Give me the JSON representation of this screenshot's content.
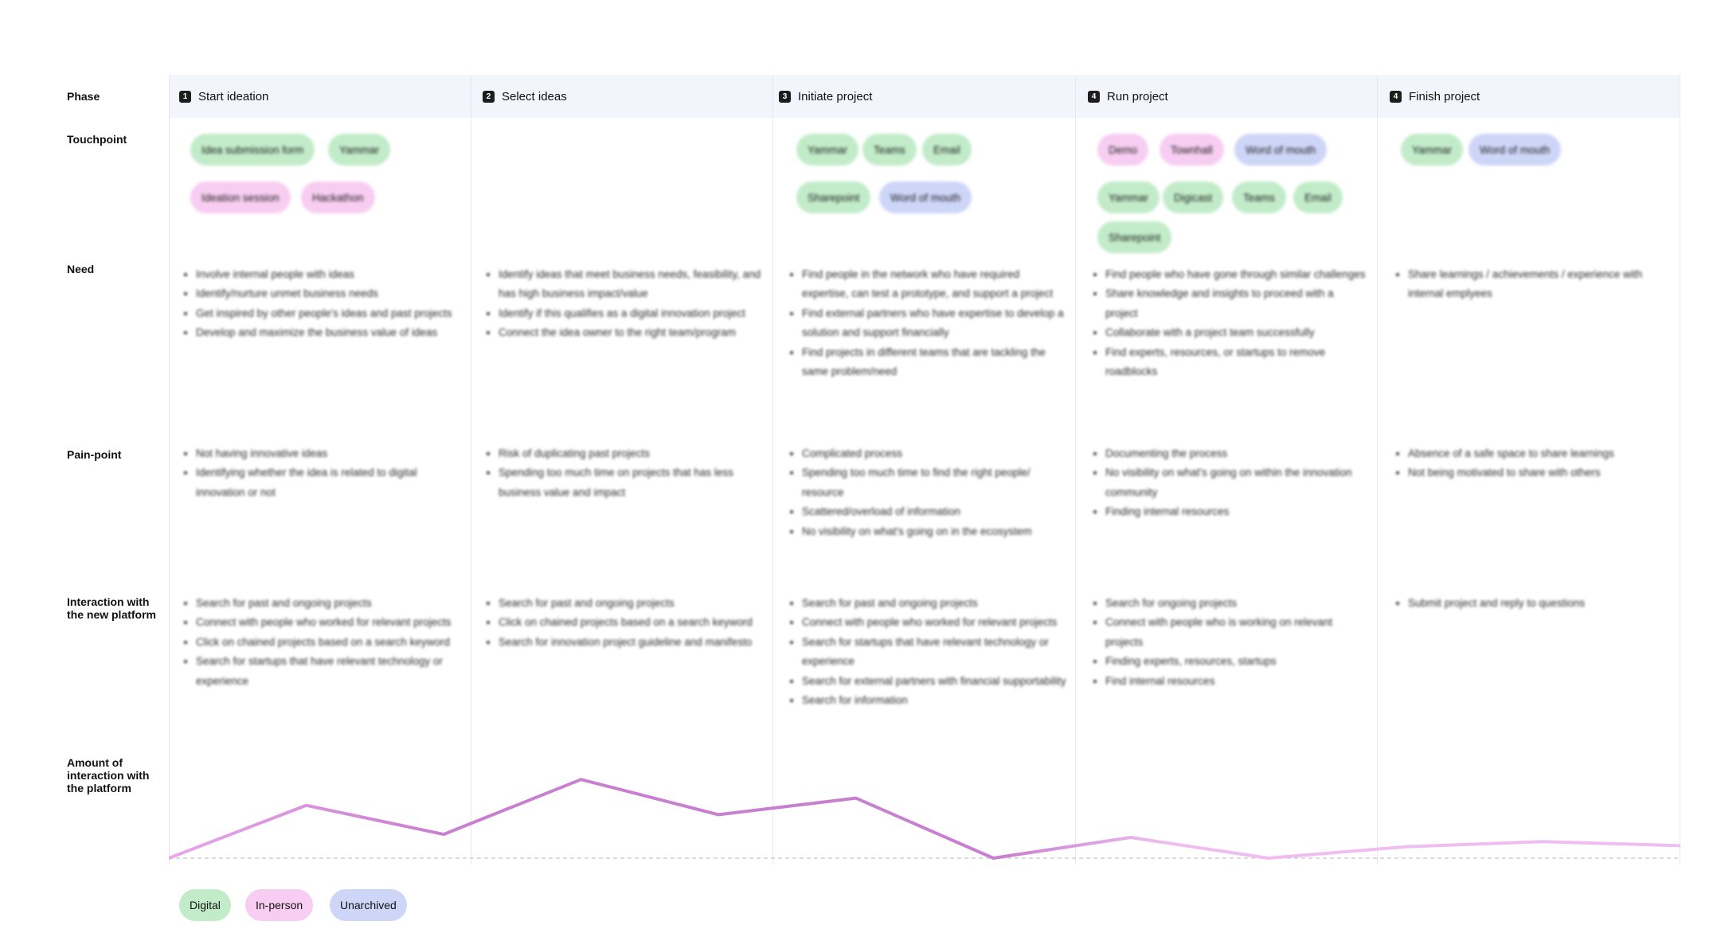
{
  "row_labels": {
    "phase": "Phase",
    "touchpoint": "Touchpoint",
    "need": "Need",
    "pain_point": "Pain-point",
    "interaction": "Interaction with the new platform",
    "amount": "Amount of interaction with the platform"
  },
  "phases": [
    {
      "num": "1",
      "title": "Start ideation",
      "touchpoints": [
        {
          "label": "Idea submission form",
          "kind": "digital"
        },
        {
          "label": "Yammar",
          "kind": "digital"
        },
        {
          "label": "Ideation session",
          "kind": "inperson"
        },
        {
          "label": "Hackathon",
          "kind": "inperson"
        }
      ],
      "needs": [
        "Involve internal people with ideas",
        "Identify/nurture unmet business needs",
        "Get inspired by other people's ideas and past projects",
        "Develop and maximize the business value of ideas"
      ],
      "pain_points": [
        "Not having innovative ideas",
        "Identifying whether the idea is related to digital innovation or not"
      ],
      "interactions": [
        "Search for past and ongoing projects",
        "Connect with people who worked for relevant projects",
        "Click on chained projects based on a search keyword",
        "Search for startups that have relevant technology or experience"
      ]
    },
    {
      "num": "2",
      "title": "Select ideas",
      "touchpoints": [],
      "needs": [
        "Identify ideas that meet business needs, feasibility, and has high business impact/value",
        "Identify if this qualifies as a digital innovation project",
        "Connect the idea owner to the right team/program"
      ],
      "pain_points": [
        "Risk of duplicating past projects",
        "Spending too much time on projects that has less business value and impact"
      ],
      "interactions": [
        "Search for past and ongoing projects",
        "Click on chained projects based on a search keyword",
        "Search for innovation project guideline and manifesto"
      ]
    },
    {
      "num": "3",
      "title": "Initiate project",
      "touchpoints": [
        {
          "label": "Yammar",
          "kind": "digital"
        },
        {
          "label": "Teams",
          "kind": "digital"
        },
        {
          "label": "Email",
          "kind": "digital"
        },
        {
          "label": "Sharepoint",
          "kind": "digital"
        },
        {
          "label": "Word of mouth",
          "kind": "unarchived"
        }
      ],
      "needs": [
        "Find people in the network who have required expertise, can test a prototype, and support a project",
        "Find external partners who have expertise to develop a solution and support financially",
        "Find projects in different teams that are tackling the same problem/need"
      ],
      "pain_points": [
        "Complicated process",
        "Spending too much time to find the right people/ resource",
        "Scattered/overload of information",
        "No visibility on what's going on in the ecosystem"
      ],
      "interactions": [
        "Search for past and ongoing projects",
        "Connect with people who worked for relevant projects",
        "Search for startups that have relevant technology or experience",
        "Search for external partners with financial supportability",
        "Search for information"
      ]
    },
    {
      "num": "4",
      "title": "Run project",
      "touchpoints": [
        {
          "label": "Demo",
          "kind": "inperson"
        },
        {
          "label": "Townhall",
          "kind": "inperson"
        },
        {
          "label": "Word of mouth",
          "kind": "unarchived"
        },
        {
          "label": "Yammar",
          "kind": "digital"
        },
        {
          "label": "Digicast",
          "kind": "digital"
        },
        {
          "label": "Teams",
          "kind": "digital"
        },
        {
          "label": "Email",
          "kind": "digital"
        },
        {
          "label": "Sharepoint",
          "kind": "digital"
        }
      ],
      "needs": [
        "Find people who have gone through similar challenges",
        "Share knowledge and insights to proceed with a project",
        "Collaborate with a project team successfully",
        "Find experts, resources, or startups to remove roadblocks"
      ],
      "pain_points": [
        "Documenting the process",
        "No visibility on what's going on within the innovation community",
        "Finding internal resources"
      ],
      "interactions": [
        "Search for ongoing projects",
        "Connect with people who is working on relevant projects",
        "Finding experts, resources, startups",
        "Find internal resources"
      ]
    },
    {
      "num": "4",
      "title": "Finish project",
      "touchpoints": [
        {
          "label": "Yammar",
          "kind": "digital"
        },
        {
          "label": "Word of mouth",
          "kind": "unarchived"
        }
      ],
      "needs": [
        "Share learnings / achievements / experience with internal emplyees"
      ],
      "pain_points": [
        "Absence of a safe space to share learnings",
        "Not being motivated to share with others"
      ],
      "interactions": [
        "Submit project and reply to questions"
      ]
    }
  ],
  "legend": [
    {
      "label": "Digital",
      "kind": "digital"
    },
    {
      "label": "In-person",
      "kind": "inperson"
    },
    {
      "label": "Unarchived",
      "kind": "unarchived"
    }
  ],
  "colors": {
    "digital": "#c2ecc9",
    "inperson": "#f8cdf2",
    "unarchived": "#ced6f8",
    "line_strong": "#c77fcf",
    "line_light": "#f0bdf0",
    "phase_band": "#f2f5fc"
  },
  "chart_data": {
    "type": "line",
    "x": [
      0,
      0.5,
      1,
      1.5,
      2,
      2.5,
      3,
      3.5,
      4,
      4.5,
      5
    ],
    "values": [
      0,
      0.51,
      0.23,
      0.76,
      0.42,
      0.58,
      0,
      0.2,
      0,
      0.11,
      0.16,
      0.12
    ],
    "ylim": [
      0,
      1
    ],
    "grid": false,
    "baseline": "dashed"
  }
}
